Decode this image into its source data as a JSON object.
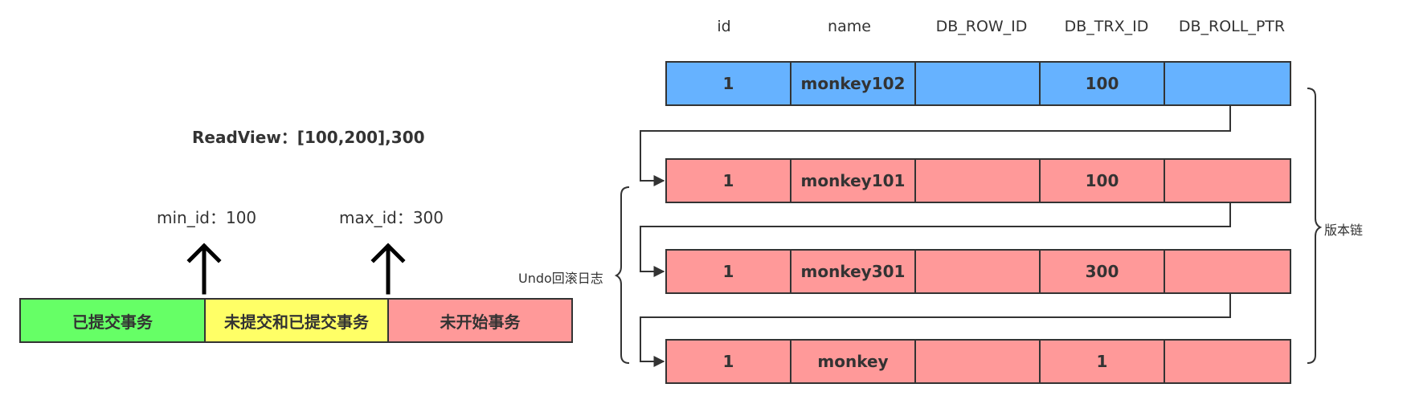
{
  "table": {
    "columns": [
      "id",
      "name",
      "DB_ROW_ID",
      "DB_TRX_ID",
      "DB_ROLL_PTR"
    ],
    "rows": [
      {
        "id": "1",
        "name": "monkey102",
        "row_id": "",
        "trx_id": "100",
        "roll_ptr": "",
        "color": "#66b2ff"
      },
      {
        "id": "1",
        "name": "monkey101",
        "row_id": "",
        "trx_id": "100",
        "roll_ptr": "",
        "color": "#ff9999"
      },
      {
        "id": "1",
        "name": "monkey301",
        "row_id": "",
        "trx_id": "300",
        "roll_ptr": "",
        "color": "#ff9999"
      },
      {
        "id": "1",
        "name": "monkey",
        "row_id": "",
        "trx_id": "1",
        "roll_ptr": "",
        "color": "#ff9999"
      }
    ]
  },
  "labels": {
    "version_chain": "版本链",
    "undo_log": "Undo回滚日志",
    "readview": "ReadView：[100,200],300",
    "min_id": "min_id：100",
    "max_id": "max_id：300"
  },
  "segments": [
    {
      "label": "已提交事务",
      "color": "#66ff66"
    },
    {
      "label": "未提交和已提交事务",
      "color": "#ffff66"
    },
    {
      "label": "未开始事务",
      "color": "#ff9999"
    }
  ]
}
